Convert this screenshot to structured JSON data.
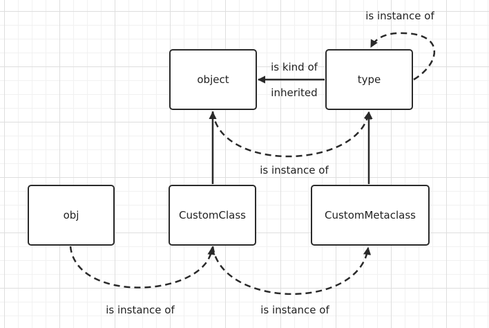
{
  "diagram": {
    "nodes": {
      "object": "object",
      "type": "type",
      "obj": "obj",
      "custom_class": "CustomClass",
      "custom_metaclass": "CustomMetaclass"
    },
    "edges": [
      {
        "from": "type",
        "to": "type",
        "style": "dashed",
        "label": "is instance of"
      },
      {
        "from": "type",
        "to": "object",
        "style": "solid",
        "label_top": "is kind of",
        "label_bottom": "inherited"
      },
      {
        "from": "object",
        "to": "type",
        "style": "dashed",
        "label": "is instance of"
      },
      {
        "from": "CustomClass",
        "to": "object",
        "style": "solid"
      },
      {
        "from": "CustomMetaclass",
        "to": "type",
        "style": "solid"
      },
      {
        "from": "obj",
        "to": "CustomClass",
        "style": "dashed",
        "label": "is instance of"
      },
      {
        "from": "CustomClass",
        "to": "CustomMetaclass",
        "style": "dashed",
        "label": "is instance of"
      }
    ],
    "colors": {
      "stroke": "#2a2a2a",
      "grid": "#dedede",
      "text": "#222222"
    }
  }
}
